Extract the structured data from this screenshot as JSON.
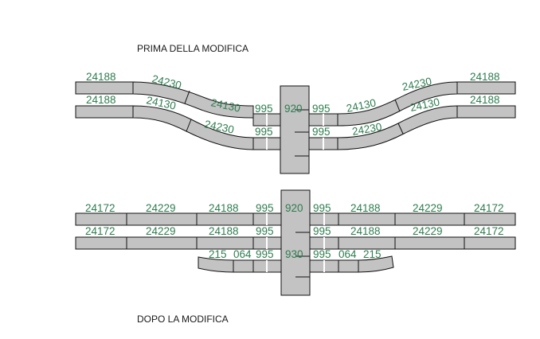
{
  "colors": {
    "track_fill": "#c3c3c3",
    "track_stroke": "#111111",
    "label": "#2e7d4f",
    "turntable": "#c3c3c3",
    "background": "#ffffff"
  },
  "before": {
    "title": "PRIMA DELLA MODIFICA",
    "labels": [
      "24188",
      "24230",
      "24188",
      "24130",
      "24130",
      "995",
      "920",
      "995",
      "24130",
      "24130",
      "24188",
      "24230",
      "995",
      "995",
      "24230",
      "24230"
    ]
  },
  "after": {
    "title": "DOPO LA MODIFICA",
    "labels": [
      "24172",
      "24229",
      "24188",
      "995",
      "920",
      "995",
      "24188",
      "24229",
      "24172",
      "24172",
      "24229",
      "24188",
      "995",
      "995",
      "24188",
      "24229",
      "24172",
      "215",
      "064",
      "995",
      "930",
      "995",
      "064",
      "215"
    ]
  }
}
